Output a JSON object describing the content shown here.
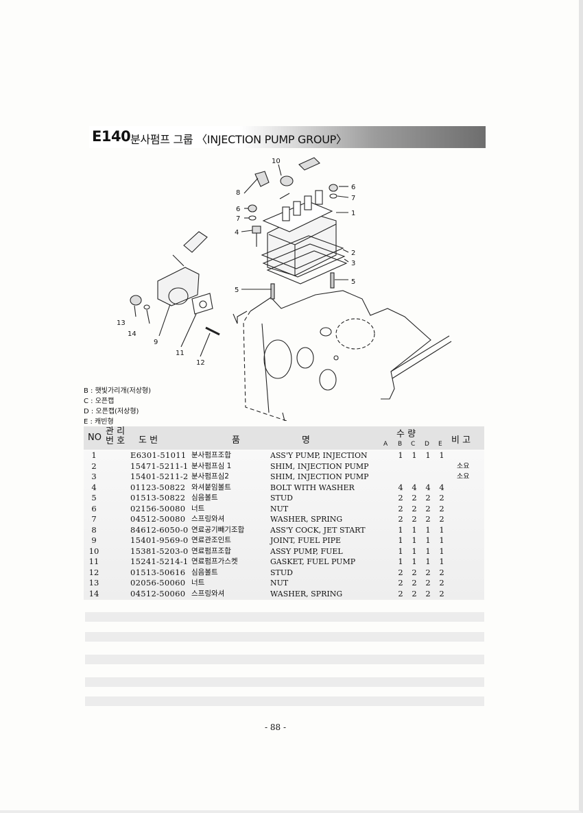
{
  "header": {
    "code": "E140",
    "title": "분사펌프 그룹 〈INJECTION PUMP GROUP〉"
  },
  "diagram": {
    "callouts": [
      "1",
      "2",
      "3",
      "4",
      "5",
      "5",
      "6",
      "6",
      "7",
      "7",
      "8",
      "9",
      "10",
      "11",
      "12",
      "13",
      "14"
    ]
  },
  "legend": [
    "B : 햇빛가리개(저상형)",
    "C : 오픈캡",
    "D : 오픈캡(저상형)",
    "E : 캐빈형"
  ],
  "table": {
    "headers": {
      "no": "NO",
      "mgmt_top": "관 리",
      "mgmt_bottom": "번 호",
      "drawing_number": "도    번",
      "part": "품",
      "name": "명",
      "qty_top": "수           량",
      "qty_cols": [
        "A",
        "B",
        "C",
        "D",
        "E"
      ],
      "remarks": "비 고"
    },
    "rows": [
      {
        "no": "1",
        "part": "E6301-51011",
        "kr": "분사펌프조합",
        "en": "ASS'Y PUMP, INJECTION",
        "qty": [
          "",
          "1",
          "1",
          "1",
          "1"
        ],
        "remark": ""
      },
      {
        "no": "2",
        "part": "15471-5211-1",
        "kr": "분사펌프심 1",
        "en": "SHIM, INJECTION PUMP",
        "qty": [
          "",
          "",
          "",
          "",
          ""
        ],
        "remark": "소요"
      },
      {
        "no": "3",
        "part": "15401-5211-2",
        "kr": "분사펌프심2",
        "en": "SHIM, INJECTION PUMP",
        "qty": [
          "",
          "",
          "",
          "",
          ""
        ],
        "remark": "소요"
      },
      {
        "no": "4",
        "part": "01123-50822",
        "kr": "와셔붙임볼트",
        "en": "BOLT WITH WASHER",
        "qty": [
          "",
          "4",
          "4",
          "4",
          "4"
        ],
        "remark": ""
      },
      {
        "no": "5",
        "part": "01513-50822",
        "kr": "심음볼트",
        "en": "STUD",
        "qty": [
          "",
          "2",
          "2",
          "2",
          "2"
        ],
        "remark": ""
      },
      {
        "no": "6",
        "part": "02156-50080",
        "kr": "너트",
        "en": "NUT",
        "qty": [
          "",
          "2",
          "2",
          "2",
          "2"
        ],
        "remark": ""
      },
      {
        "no": "7",
        "part": "04512-50080",
        "kr": "스프링와셔",
        "en": "WASHER, SPRING",
        "qty": [
          "",
          "2",
          "2",
          "2",
          "2"
        ],
        "remark": ""
      },
      {
        "no": "8",
        "part": "84612-6050-0",
        "kr": "연료공기빼기조합",
        "en": "ASS'Y COCK, JET START",
        "qty": [
          "",
          "1",
          "1",
          "1",
          "1"
        ],
        "remark": ""
      },
      {
        "no": "9",
        "part": "15401-9569-0",
        "kr": "연료관조인트",
        "en": "JOINT, FUEL PIPE",
        "qty": [
          "",
          "1",
          "1",
          "1",
          "1"
        ],
        "remark": ""
      },
      {
        "no": "10",
        "part": "15381-5203-0",
        "kr": "연료펌프조합",
        "en": "ASSY PUMP, FUEL",
        "qty": [
          "",
          "1",
          "1",
          "1",
          "1"
        ],
        "remark": ""
      },
      {
        "no": "11",
        "part": "15241-5214-1",
        "kr": "연료펌프가스켓",
        "en": "GASKET, FUEL PUMP",
        "qty": [
          "",
          "1",
          "1",
          "1",
          "1"
        ],
        "remark": ""
      },
      {
        "no": "12",
        "part": "01513-50616",
        "kr": "심음볼트",
        "en": "STUD",
        "qty": [
          "",
          "2",
          "2",
          "2",
          "2"
        ],
        "remark": ""
      },
      {
        "no": "13",
        "part": "02056-50060",
        "kr": "너트",
        "en": "NUT",
        "qty": [
          "",
          "2",
          "2",
          "2",
          "2"
        ],
        "remark": ""
      },
      {
        "no": "14",
        "part": "04512-50060",
        "kr": "스프링와셔",
        "en": "WASHER, SPRING",
        "qty": [
          "",
          "2",
          "2",
          "2",
          "2"
        ],
        "remark": ""
      }
    ]
  },
  "footer": {
    "page_number": "- 88 -"
  }
}
